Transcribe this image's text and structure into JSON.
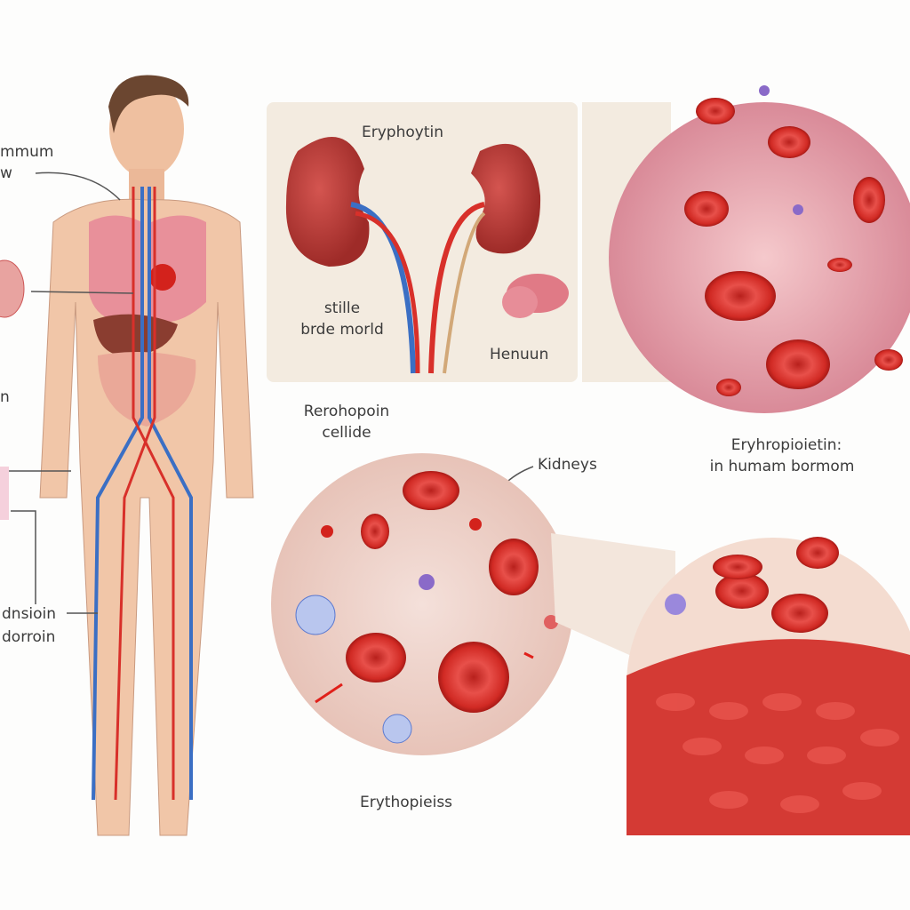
{
  "labels": {
    "top_left_1": "mmum",
    "top_left_2": "w",
    "mid_left": "n",
    "bottom_left_1": "dnsioin",
    "bottom_left_2": "dorroin",
    "kidney_title": "Eryphoytin",
    "kidney_left_1": "stille",
    "kidney_left_2": "brde morld",
    "kidney_right": "Henuun",
    "below_kidney_1": "Rerohopoin",
    "below_kidney_2": "cellide",
    "right_caption_1": "Eryhropioietin:",
    "right_caption_2": "in humam bormom",
    "kidneys": "Kidneys",
    "bottom_caption": "Erythopieiss"
  },
  "colors": {
    "skin": "#f1c6a8",
    "rbc": "#d9322b",
    "vein": "#3b6fc4",
    "artery": "#d8302a",
    "kidney": "#b83a35",
    "panel": "#f3ebe0"
  }
}
